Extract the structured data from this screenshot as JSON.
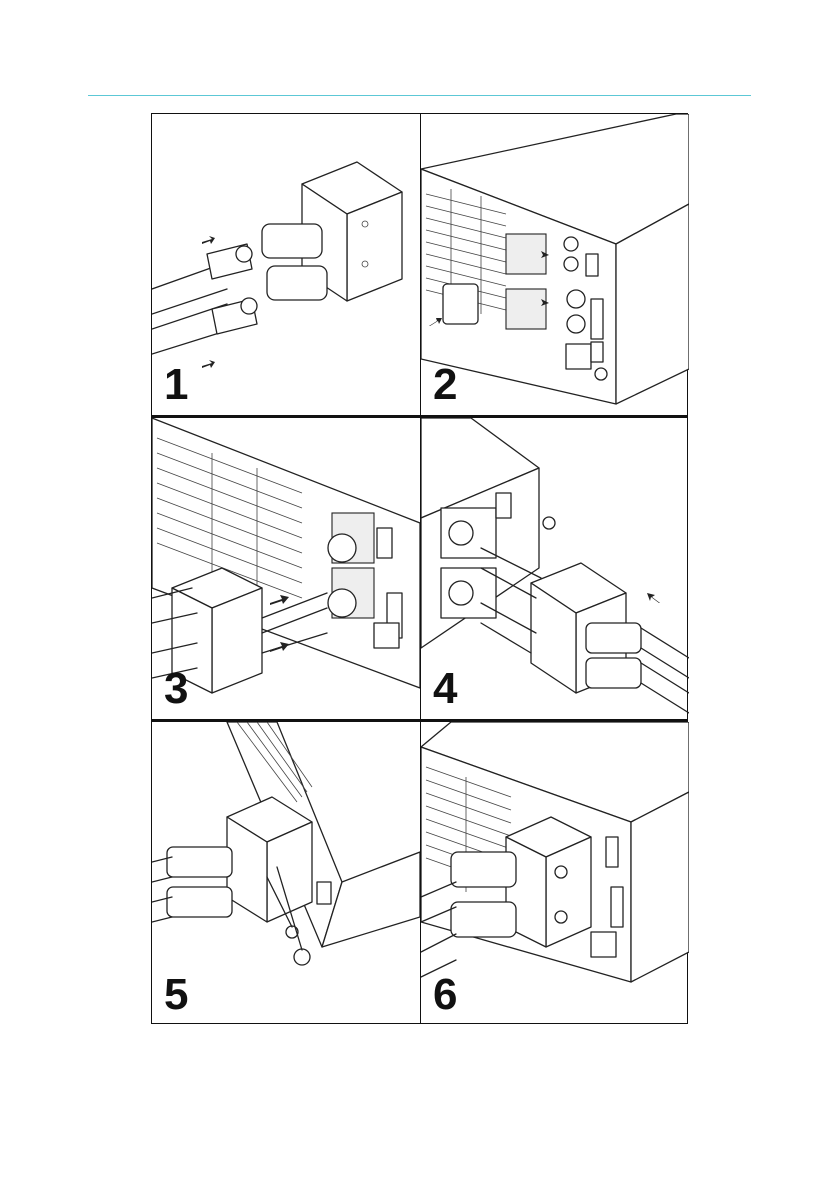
{
  "page": {
    "accent_color": "#5cc8d6",
    "frame_color": "#111111"
  },
  "figure": {
    "steps": [
      {
        "number": "1"
      },
      {
        "number": "2"
      },
      {
        "number": "3"
      },
      {
        "number": "4"
      },
      {
        "number": "5"
      },
      {
        "number": "6"
      }
    ]
  }
}
